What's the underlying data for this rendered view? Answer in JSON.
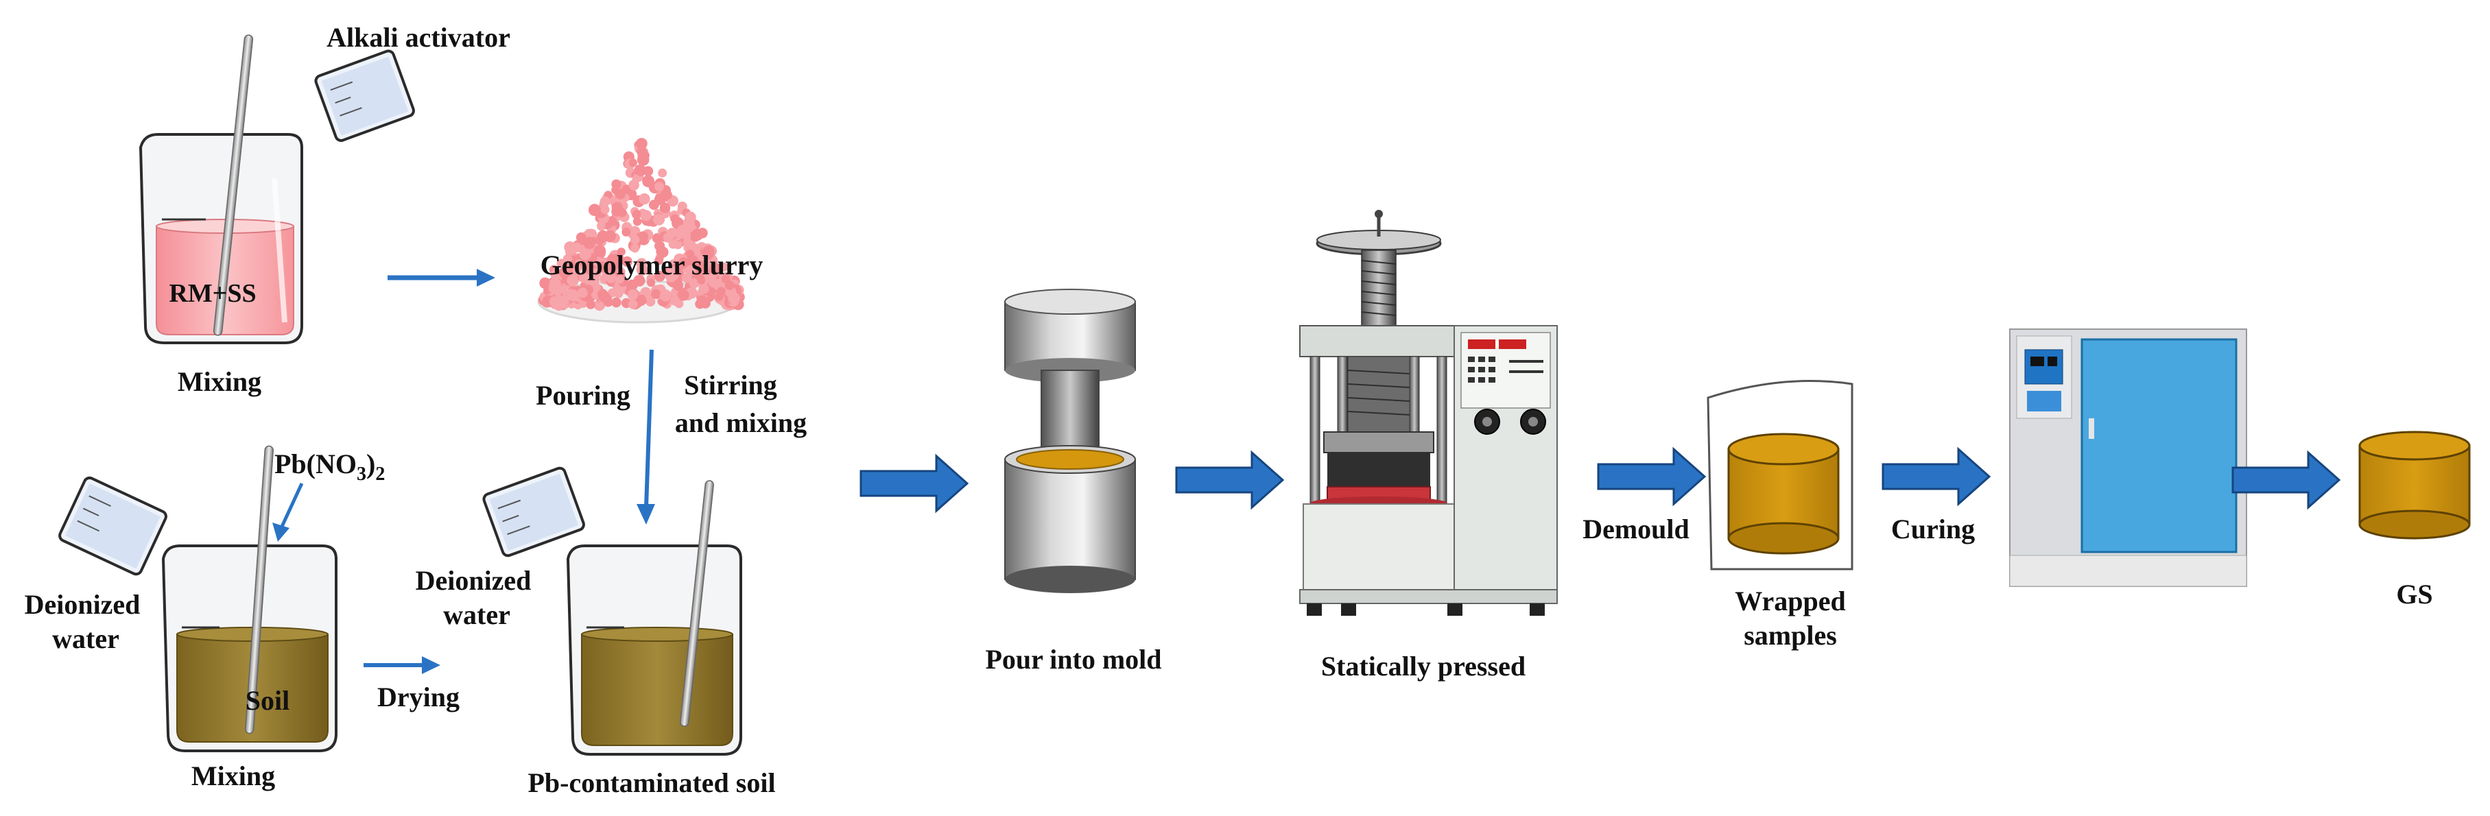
{
  "labels": {
    "alkali_activator": "Alkali activator",
    "rm_ss": "RM+SS",
    "mixing_top": "Mixing",
    "geopolymer_slurry": "Geopolymer slurry",
    "pouring": "Pouring",
    "stirring_1": "Stirring",
    "stirring_2": "and mixing",
    "pb_no3_base": "Pb(NO",
    "pb_no3_sub1": "3",
    "pb_no3_close": ")",
    "pb_no3_sub2": "2",
    "deionized_left_1": "Deionized",
    "deionized_left_2": "water",
    "soil": "Soil",
    "mixing_bottom": "Mixing",
    "drying": "Drying",
    "deionized_mid_1": "Deionized",
    "deionized_mid_2": "water",
    "pb_soil": "Pb-contaminated soil",
    "pour_mold": "Pour into mold",
    "statically_pressed": "Statically pressed",
    "demould": "Demould",
    "wrapped_1": "Wrapped",
    "wrapped_2": "samples",
    "curing": "Curing",
    "gs": "GS"
  },
  "colors": {
    "pink_liquid": "#f7a9ad",
    "soil": "#94792c",
    "sample_gold": "#d1960c",
    "arrow_blue": "#2a73c4",
    "slurry_pink": "#f48c93",
    "cabinet_blue": "#49a7df",
    "press_red": "#c8353b"
  }
}
